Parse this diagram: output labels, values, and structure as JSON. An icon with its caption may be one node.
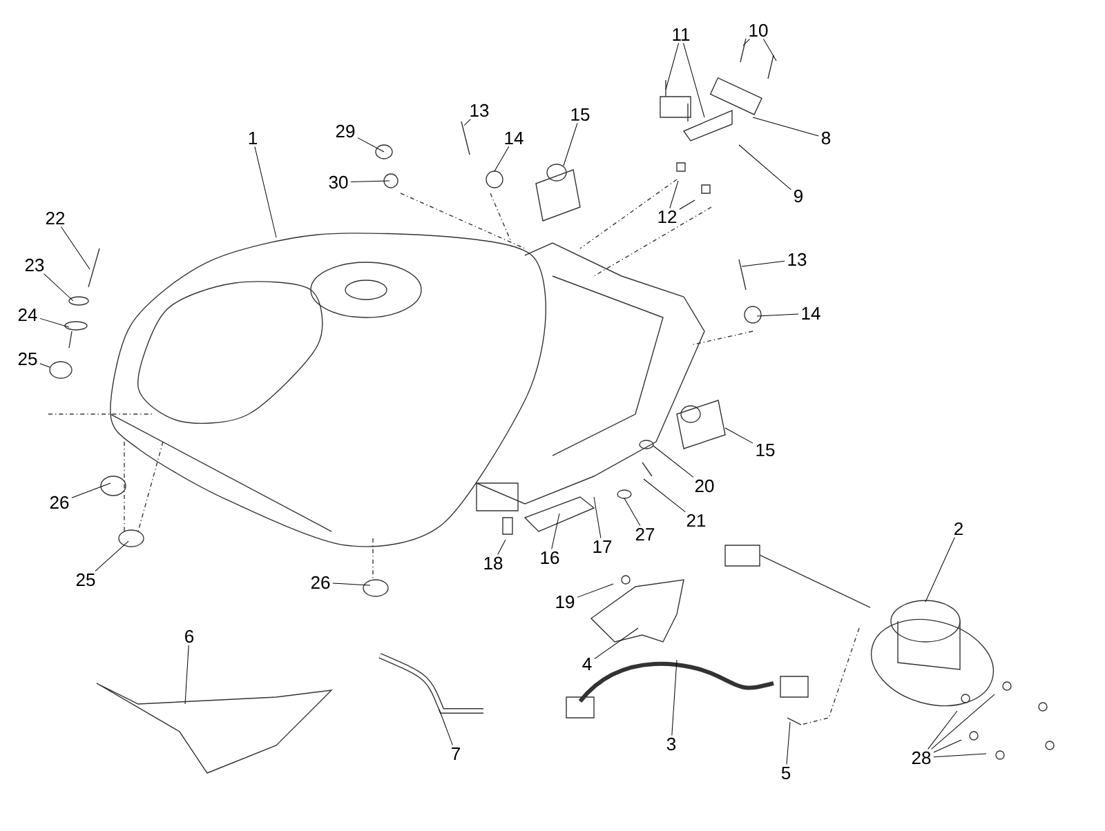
{
  "diagram": {
    "nodes": [
      {
        "text": [
          "1"
        ]
      },
      {
        "text": [
          "29"
        ]
      },
      {
        "text": [
          "30"
        ]
      },
      {
        "text": [
          "13"
        ]
      },
      {
        "text": [
          "14"
        ]
      },
      {
        "text": [
          "15"
        ]
      },
      {
        "text": [
          "11"
        ]
      },
      {
        "text": [
          "10"
        ]
      },
      {
        "text": [
          "8"
        ]
      },
      {
        "text": [
          "9"
        ]
      },
      {
        "text": [
          "12"
        ]
      },
      {
        "text": [
          "22"
        ]
      },
      {
        "text": [
          "13"
        ]
      },
      {
        "text": [
          "23"
        ]
      },
      {
        "text": [
          "24"
        ]
      },
      {
        "text": [
          "14"
        ]
      },
      {
        "text": [
          "25"
        ]
      },
      {
        "text": [
          "15"
        ]
      },
      {
        "text": [
          "20"
        ]
      },
      {
        "text": [
          "26"
        ]
      },
      {
        "text": [
          "21"
        ]
      },
      {
        "text": [
          "2"
        ]
      },
      {
        "text": [
          "27"
        ]
      },
      {
        "text": [
          "17"
        ]
      },
      {
        "text": [
          "16"
        ]
      },
      {
        "text": [
          "18"
        ]
      },
      {
        "text": [
          "25"
        ]
      },
      {
        "text": [
          "26"
        ]
      },
      {
        "text": [
          "19"
        ]
      },
      {
        "text": [
          "6"
        ]
      },
      {
        "text": [
          "4"
        ]
      },
      {
        "text": [
          "7"
        ]
      },
      {
        "text": [
          "3"
        ]
      },
      {
        "text": [
          "28"
        ]
      },
      {
        "text": [
          "5"
        ]
      }
    ],
    "edges": [
      {
        "from": 0,
        "to": null,
        "arrow": "none"
      },
      {
        "from": 1,
        "to": null,
        "arrow": "none"
      },
      {
        "from": 2,
        "to": null,
        "arrow": "none"
      },
      {
        "from": 3,
        "to": null,
        "arrow": "none"
      },
      {
        "from": 4,
        "to": null,
        "arrow": "none"
      },
      {
        "from": 5,
        "to": null,
        "arrow": "none"
      },
      {
        "from": 6,
        "to": null,
        "arrow": "none"
      },
      {
        "from": 6,
        "to": null,
        "arrow": "none"
      },
      {
        "from": 7,
        "to": null,
        "arrow": "none"
      },
      {
        "from": 7,
        "to": null,
        "arrow": "none"
      },
      {
        "from": 8,
        "to": null,
        "arrow": "none"
      },
      {
        "from": 9,
        "to": null,
        "arrow": "none"
      },
      {
        "from": 10,
        "to": null,
        "arrow": "none"
      },
      {
        "from": 10,
        "to": null,
        "arrow": "none"
      },
      {
        "from": 11,
        "to": null,
        "arrow": "none"
      },
      {
        "from": 12,
        "to": null,
        "arrow": "none"
      },
      {
        "from": 13,
        "to": null,
        "arrow": "none"
      },
      {
        "from": 14,
        "to": null,
        "arrow": "none"
      },
      {
        "from": 15,
        "to": null,
        "arrow": "none"
      },
      {
        "from": 16,
        "to": null,
        "arrow": "none"
      },
      {
        "from": 17,
        "to": null,
        "arrow": "none"
      },
      {
        "from": 18,
        "to": null,
        "arrow": "none"
      },
      {
        "from": 19,
        "to": null,
        "arrow": "none"
      },
      {
        "from": 20,
        "to": null,
        "arrow": "none"
      },
      {
        "from": 21,
        "to": null,
        "arrow": "none"
      },
      {
        "from": 22,
        "to": null,
        "arrow": "none"
      },
      {
        "from": 23,
        "to": null,
        "arrow": "none"
      },
      {
        "from": 24,
        "to": null,
        "arrow": "none"
      },
      {
        "from": 25,
        "to": null,
        "arrow": "none"
      },
      {
        "from": 26,
        "to": null,
        "arrow": "none"
      },
      {
        "from": 27,
        "to": null,
        "arrow": "none"
      },
      {
        "from": 28,
        "to": null,
        "arrow": "none"
      },
      {
        "from": 29,
        "to": null,
        "arrow": "none"
      },
      {
        "from": 30,
        "to": null,
        "arrow": "none"
      },
      {
        "from": 31,
        "to": null,
        "arrow": "none"
      },
      {
        "from": 32,
        "to": null,
        "arrow": "none"
      },
      {
        "from": 33,
        "to": null,
        "arrow": "none"
      },
      {
        "from": 33,
        "to": null,
        "arrow": "none"
      },
      {
        "from": 33,
        "to": null,
        "arrow": "none"
      },
      {
        "from": 33,
        "to": null,
        "arrow": "none"
      },
      {
        "from": 34,
        "to": null,
        "arrow": "none"
      }
    ]
  }
}
